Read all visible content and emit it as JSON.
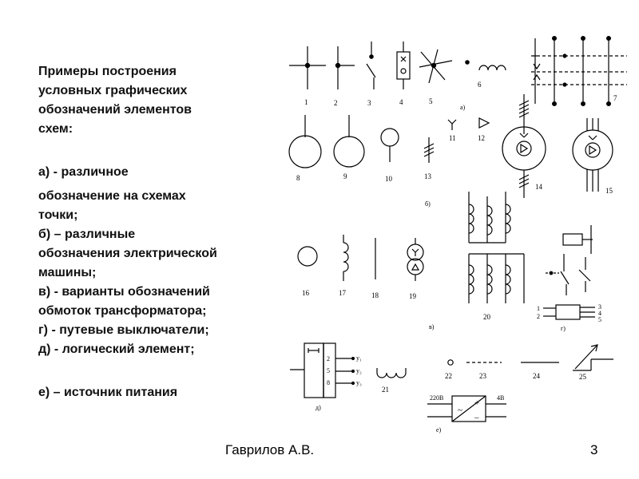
{
  "title_lines": [
    "Примеры построения",
    "условных графических",
    "обозначений элементов",
    "схем:"
  ],
  "items": [
    [
      "а) - различное"
    ],
    [
      "обозначение на схемах",
      "точки;"
    ],
    [
      "б) – различные",
      "обозначения электрической",
      "машины;"
    ],
    [
      "в) - варианты обозначений",
      "обмоток трансформатора;"
    ],
    [
      "г) - путевые выключатели;"
    ],
    [
      "д) - логический элемент;"
    ],
    [
      "е) – источник питания"
    ]
  ],
  "footer": {
    "author": "Гаврилов А.В.",
    "page": "3"
  },
  "figure_numbers": [
    "1",
    "2",
    "3",
    "4",
    "5",
    "6",
    "7",
    "8",
    "9",
    "10",
    "11",
    "12",
    "13",
    "14",
    "15",
    "16",
    "17",
    "18",
    "19",
    "20",
    "21",
    "22",
    "23",
    "24",
    "25"
  ],
  "group_labels": {
    "a": "а)",
    "b": "б)",
    "v": "в)",
    "g": "г)",
    "d": "д)",
    "e": "е)"
  },
  "switch_pins_left": [
    "1",
    "2"
  ],
  "switch_pins_right": [
    "3",
    "4",
    "5"
  ],
  "logic_pins": [
    "2",
    "5",
    "8"
  ],
  "logic_outputs": [
    "y₁",
    "y₂",
    "y₃"
  ],
  "power_input": "220В",
  "power_output": "4В",
  "power_symbols": {
    "plus": "+",
    "minus": "–",
    "ac": "~"
  }
}
